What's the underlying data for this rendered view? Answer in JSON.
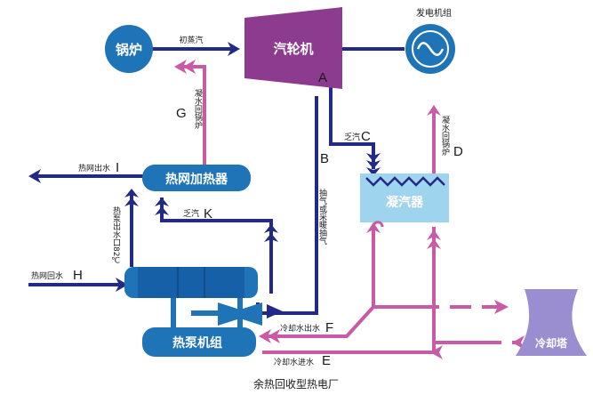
{
  "title": "余热回收型热电厂",
  "components": {
    "boiler": "锅炉",
    "turbine": "汽轮机",
    "generator": "发电机组",
    "heater": "热网加热器",
    "condenser": "凝汽器",
    "heat_pump": "热泵机组",
    "cooling_tower": "冷却塔"
  },
  "labels": {
    "initial_steam": "初蒸汽",
    "exhaust_c": "乏汽",
    "exhaust_k": "乏汽",
    "heat_out": "热网出水",
    "heat_return": "热网回水",
    "heat_pump_out": "热泵出水口82℃",
    "extraction": "抽气或采暖抽气",
    "condensate_g": "凝水回锅炉",
    "condensate_d": "凝水回锅炉",
    "cooling_out": "冷却水出水",
    "cooling_in": "冷却水进水"
  },
  "letters": {
    "A": "A",
    "B": "B",
    "C": "C",
    "D": "D",
    "E": "E",
    "F": "F",
    "G": "G",
    "H": "H",
    "I": "I",
    "K": "K"
  },
  "colors": {
    "navy": "#232a86",
    "purple": "#8c3b8f",
    "pink": "#c85aa6",
    "blue": "#1f74b8",
    "light_blue": "#9fd4ee",
    "cooling_tower": "#9a8ed0"
  }
}
